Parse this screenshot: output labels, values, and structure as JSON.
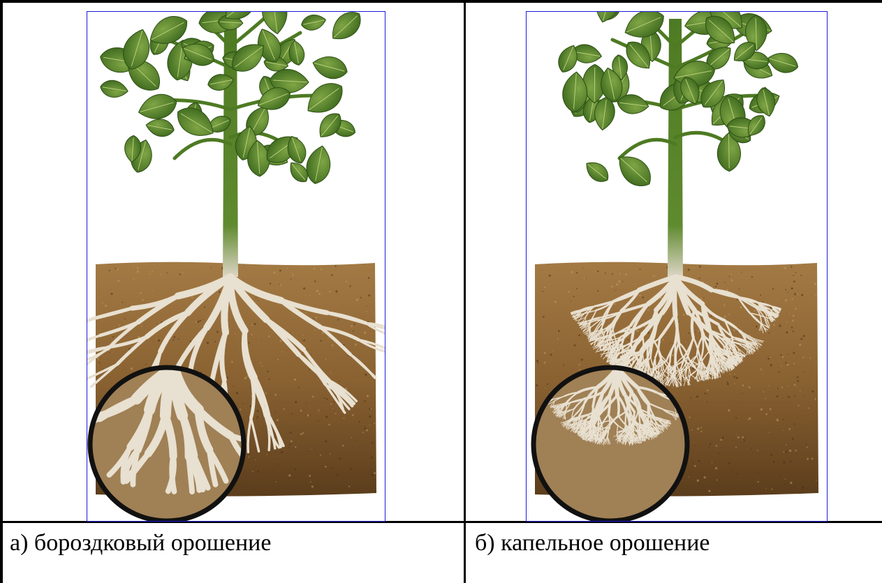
{
  "table": {
    "cells": [
      {
        "caption": "а) бороздковый орошение",
        "root_type": "furrow"
      },
      {
        "caption": "б) капельное орошение",
        "root_type": "drip"
      }
    ]
  },
  "colors": {
    "leaf": "#3f6b1f",
    "leaf_light": "#7fa545",
    "stem": "#4e7a23",
    "soil": "#9a6f3a",
    "soil_dark": "#5b3d1c",
    "root": "#e8e0d0",
    "lens_bg": "#a08055",
    "frame_border": "#1a1adb"
  }
}
